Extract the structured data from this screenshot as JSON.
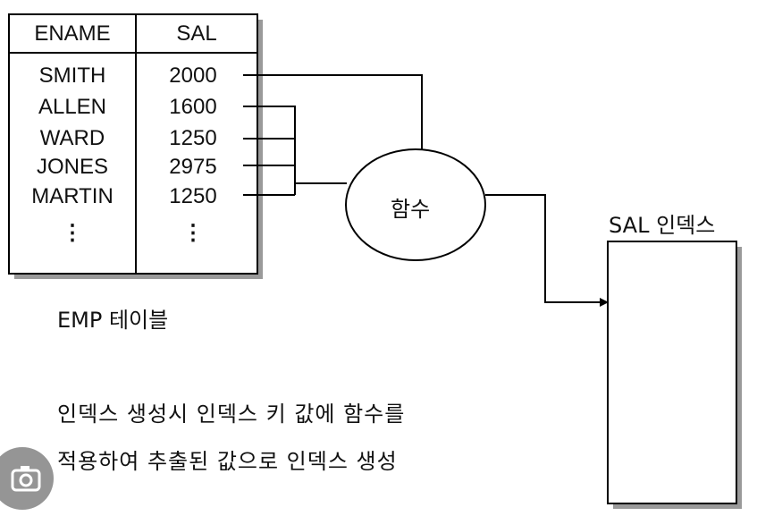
{
  "table": {
    "columns": [
      "ENAME",
      "SAL"
    ],
    "rows": [
      {
        "ename": "SMITH",
        "sal": "2000"
      },
      {
        "ename": "ALLEN",
        "sal": "1600"
      },
      {
        "ename": "WARD",
        "sal": "1250"
      },
      {
        "ename": "JONES",
        "sal": "2975"
      },
      {
        "ename": "MARTIN",
        "sal": "1250"
      },
      {
        "ename": "⋮",
        "sal": "⋮"
      }
    ],
    "caption": "EMP 테이블"
  },
  "function_label": "함수",
  "index_label": "SAL 인덱스",
  "description": [
    "인덱스 생성시 인덱스 키 값에 함수를",
    "적용하여 추출된 값으로 인덱스 생성"
  ],
  "icons": {
    "lens": "camera-lens-icon"
  }
}
